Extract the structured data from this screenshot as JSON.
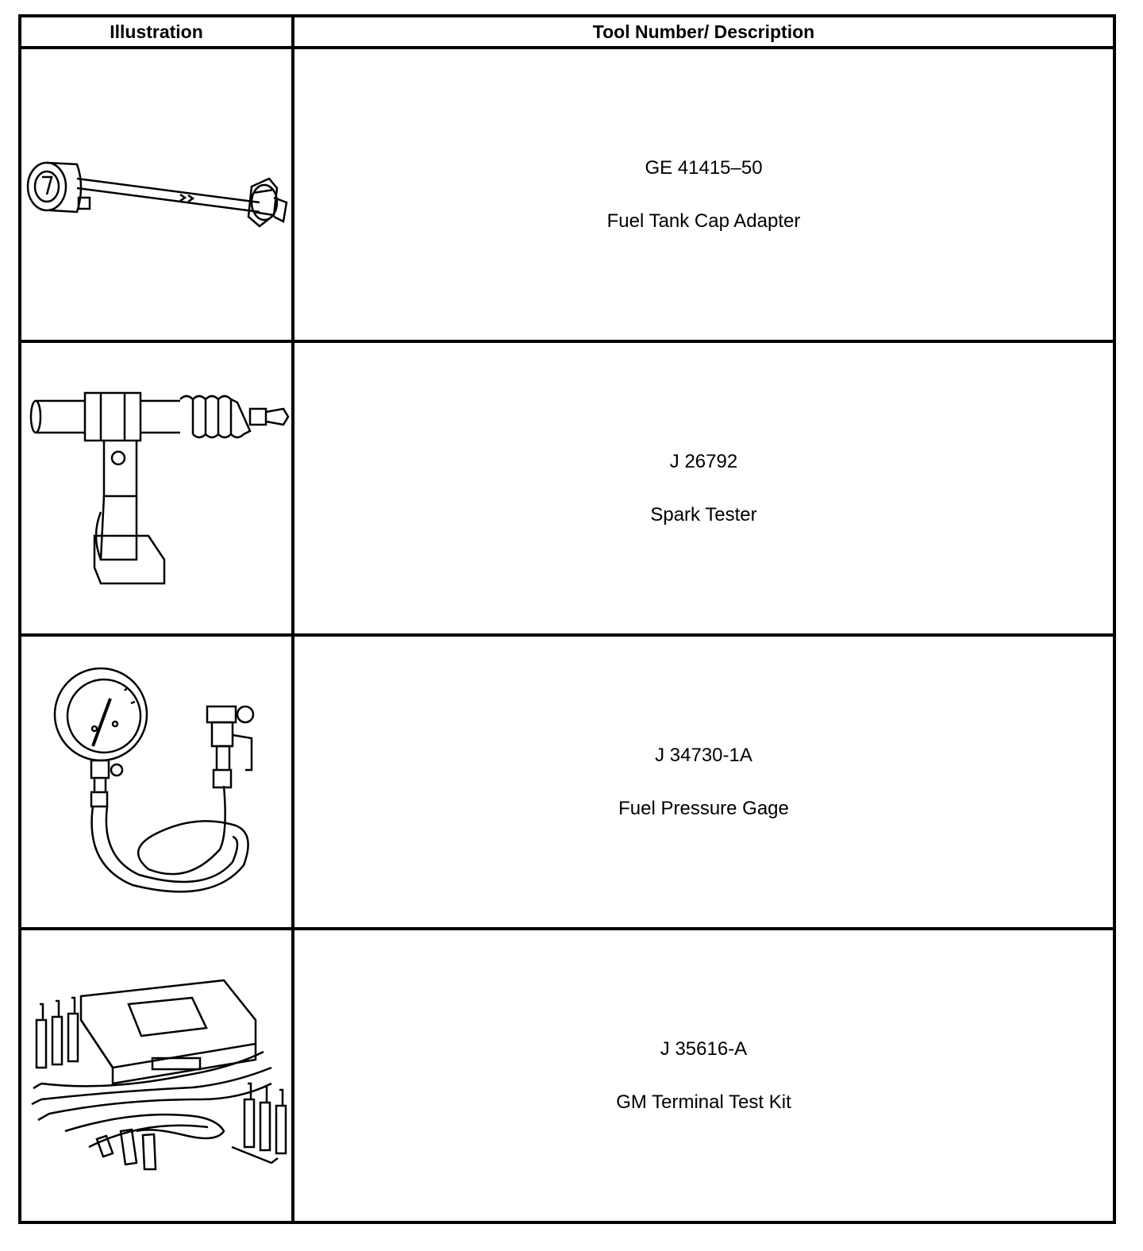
{
  "table": {
    "headers": [
      "Illustration",
      "Tool Number/ Description"
    ],
    "rows": [
      {
        "illustration_icon": "fuel-tank-cap-adapter-icon",
        "tool_number": "GE 41415–50",
        "description": "Fuel Tank Cap Adapter"
      },
      {
        "illustration_icon": "spark-tester-icon",
        "tool_number": "J 26792",
        "description": "Spark Tester"
      },
      {
        "illustration_icon": "fuel-pressure-gage-icon",
        "tool_number": "J 34730-1A",
        "description": "Fuel Pressure Gage"
      },
      {
        "illustration_icon": "terminal-test-kit-icon",
        "tool_number": "J 35616-A",
        "description": "GM Terminal Test Kit"
      }
    ]
  }
}
